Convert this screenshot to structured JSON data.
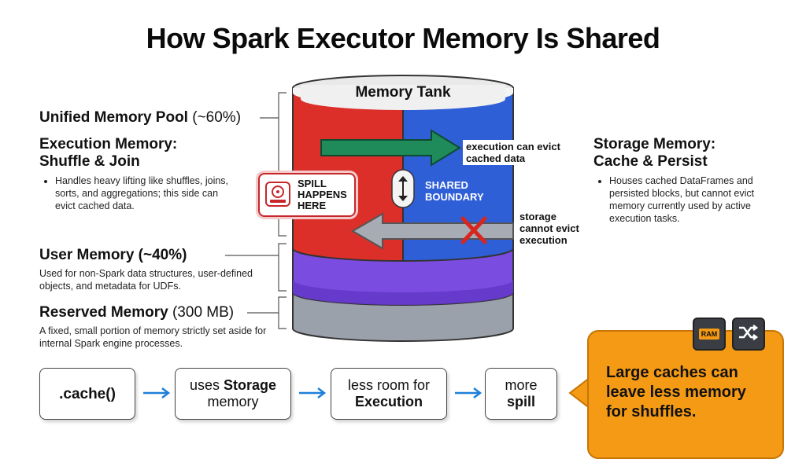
{
  "title": "How Spark Executor Memory Is Shared",
  "tank": {
    "title": "Memory Tank",
    "shared_boundary_line1": "SHARED",
    "shared_boundary_line2": "BOUNDARY",
    "spill_line1": "SPILL",
    "spill_line2": "HAPPENS",
    "spill_line3": "HERE",
    "evict_label_line1": "execution can evict",
    "evict_label_line2": "cached data",
    "no_evict_line1": "storage",
    "no_evict_line2": "cannot evict",
    "no_evict_line3": "execution"
  },
  "left": {
    "unified_bold": "Unified Memory Pool",
    "unified_light": " (~60%)",
    "execution_title_line1": "Execution Memory:",
    "execution_title_line2": "Shuffle & Join",
    "execution_desc": "Handles heavy lifting like shuffles, joins, sorts, and aggregations; this side can evict cached data.",
    "user_title": "User Memory (~40%)",
    "user_desc": "Used for non-Spark data structures, user-defined objects, and metadata for UDFs.",
    "reserved_bold": "Reserved Memory",
    "reserved_light": " (300 MB)",
    "reserved_desc": "A fixed, small portion of memory strictly set aside for internal Spark engine processes."
  },
  "right": {
    "storage_title_line1": "Storage Memory:",
    "storage_title_line2": "Cache & Persist",
    "storage_desc": "Houses cached DataFrames and persisted blocks, but cannot evict memory currently used by active execution tasks."
  },
  "flow": {
    "step1": ".cache()",
    "step2_pre": "uses ",
    "step2_bold": "Storage",
    "step2_post": "memory",
    "step3_pre": "less room for",
    "step3_bold": "Execution",
    "step4_pre": "more",
    "step4_bold": "spill"
  },
  "callout": {
    "ram_label": "RAM",
    "text": "Large caches can leave less memory for shuffles."
  },
  "colors": {
    "execution": "#dc2f2a",
    "storage": "#2f5fd6",
    "user": "#7a4de0",
    "reserved": "#9aa0aa",
    "arrow_green": "#1f8a5a",
    "callout": "#f59a14"
  }
}
